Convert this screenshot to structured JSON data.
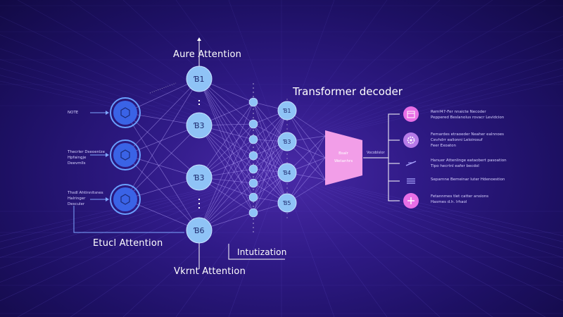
{
  "labels": {
    "top_attention": "Aure Attention",
    "transformer_decoder": "Transformer decoder",
    "left_attention": "Etucl Attention",
    "bottom_attention": "Vkrnt Attention",
    "initialization": "Intutization"
  },
  "inputs": [
    {
      "text": "NOTE"
    },
    {
      "text": "Thecrler Dseoenlze\nHpfaingje\nDeevmlls"
    },
    {
      "text": "Thsdl Ahtinnitsnes\nHalringer\nDesculer"
    }
  ],
  "hidden_nodes": [
    "Ɓ1",
    "Ɓ3",
    "Ɓ3",
    "Ɓ6"
  ],
  "decoder_nodes": [
    "Ɓ1",
    "Ɓ3",
    "Ɓ4",
    "Ɓ5"
  ],
  "trapezoid": {
    "line1": "Bsalr",
    "line2": "Wetanhrs"
  },
  "vocab_label": "Vocoblslor",
  "outputs": [
    {
      "icon": "calendar-icon",
      "color": "#e86ee6",
      "text": "Remf47-Fer nnaicte Necoder\nPeppered Beslanolus rovacr Levidcion"
    },
    {
      "icon": "gear-icon",
      "color": "#b77be8",
      "text": "Femardes etraoeder Neaher ealnnoes\nCevhdrr ealionni Leloirosuf\nFeer Exoaton"
    },
    {
      "icon": "line-icon",
      "color": "#8a7cf0",
      "text": "Hanuer Attenlinge eataobert pasoation\nTipo hecrtnl eafer becdol"
    },
    {
      "icon": "menu-icon",
      "color": "#8a7cf0",
      "text": "Separnne Bemeinar luter Hdenoestion"
    },
    {
      "icon": "plus-icon",
      "color": "#e86ee6",
      "text": "Fetannmes tlet catter ansions\nHasmes d.h. lrhaol"
    }
  ],
  "colors": {
    "node": "#8fc3f6",
    "node_ring": "#4d8ef0",
    "input_fill": "#3a63e6",
    "trapezoid": "#f29ee8",
    "edge": "#b9a8ff"
  }
}
